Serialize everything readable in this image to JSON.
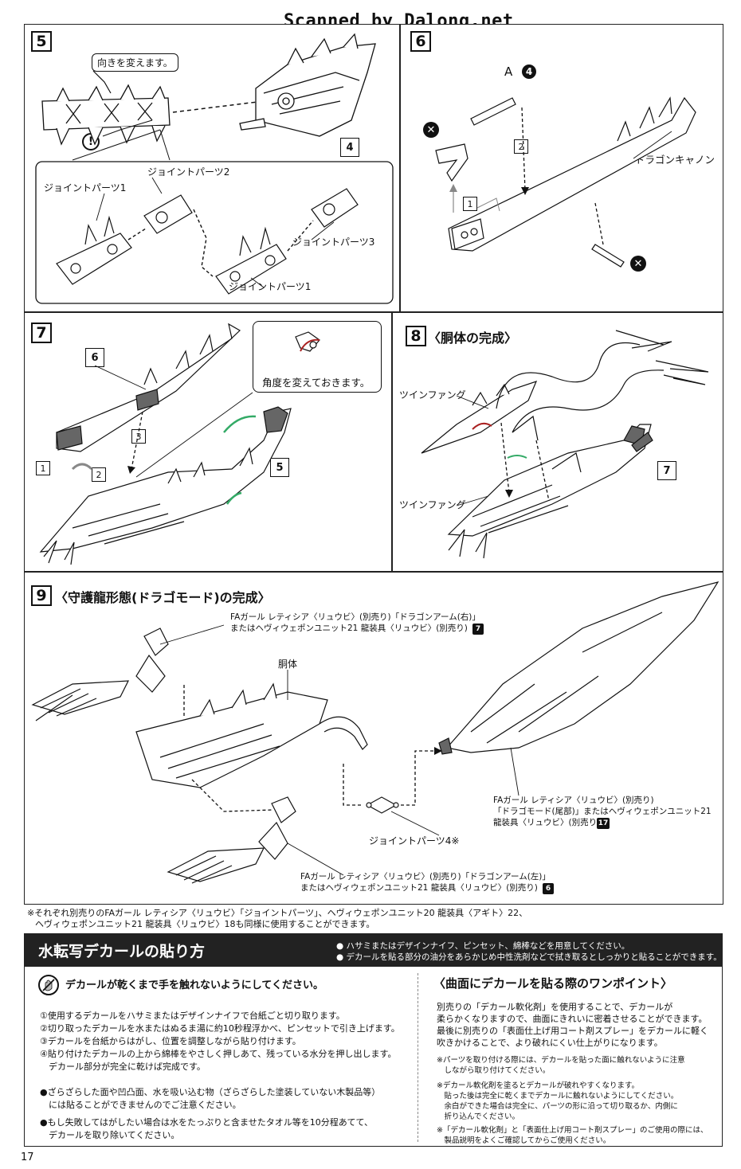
{
  "header": {
    "scan_credit": "Scanned by Dalong.net"
  },
  "step5": {
    "num": "5",
    "callout_turn": "向きを変えます。",
    "ref_box": "4",
    "joint2": "ジョイントパーツ2",
    "joint1a": "ジョイントパーツ1",
    "joint3": "ジョイントパーツ3",
    "joint1b": "ジョイントパーツ1",
    "caution": "!"
  },
  "step6": {
    "num": "6",
    "a_label": "A",
    "a_part": "4",
    "sub1": "1",
    "sub2": "2",
    "dragon_cannon": "ドラゴンキャノン",
    "x": "✕"
  },
  "step7": {
    "num": "7",
    "ref6": "6",
    "ref5": "5",
    "sub1": "1",
    "sub2": "2",
    "sub3": "3",
    "angle_note": "角度を変えておきます。"
  },
  "step8": {
    "num": "8",
    "title": "〈胴体の完成〉",
    "twin_fang1": "ツインファング",
    "twin_fang2": "ツインファング",
    "ref7": "7"
  },
  "step9": {
    "num": "9",
    "title": "〈守護龍形態(ドラゴモード)の完成〉",
    "arm_right_l1": "FAガール レティシア〈リュウビ〉(別売り)「ドラゴンアーム(右)」",
    "arm_right_l2": "またはヘヴィウェポンユニット21 龍装具〈リュウビ〉(別売り)",
    "arm_right_no": "7",
    "torso": "胴体",
    "tail_l1": "FAガール レティシア〈リュウビ〉(別売り)",
    "tail_l2": "「ドラゴモード(尾部)」またはヘヴィウェポンユニット21",
    "tail_l3": "龍装具〈リュウビ〉(別売り)",
    "tail_no": "17",
    "joint4": "ジョイントパーツ4※",
    "arm_left_l1": "FAガール レティシア〈リュウビ〉(別売り)「ドラゴンアーム(左)」",
    "arm_left_l2": "またはヘヴィウェポンユニット21 龍装具〈リュウビ〉(別売り)",
    "arm_left_no": "6"
  },
  "footnote": {
    "l1": "※それぞれ別売りのFAガール レティシア〈リュウビ〉「ジョイントパーツ」、ヘヴィウェポンユニット20 龍装具〈アギト〉22、",
    "l2": "ヘヴィウェポンユニット21 龍装具〈リュウビ〉18も同様に使用することができます。"
  },
  "decal": {
    "title": "水転写デカールの貼り方",
    "note1": "● ハサミまたはデザインナイフ、ピンセット、綿棒などを用意してください。",
    "note2": "● デカールを貼る部分の油分をあらかじめ中性洗剤などで拭き取るとしっかりと貼ることができます。",
    "warn": "デカールが乾くまで手を触れないようにしてください。",
    "steps": [
      "①使用するデカールをハサミまたはデザインナイフで台紙ごと切り取ります。",
      "②切り取ったデカールを水またはぬるま湯に約10秒程浮かべ、ピンセットで引き上げます。",
      "③デカールを台紙からはがし、位置を調整しながら貼り付けます。",
      "④貼り付けたデカールの上から綿棒をやさしく押しあて、残っている水分を押し出します。",
      "　デカール部分が完全に乾けば完成です。"
    ],
    "bullet1_l1": "●ざらざらした面や凹凸面、水を吸い込む物（ざらざらした塗装していない木製品等）",
    "bullet1_l2": "　には貼ることができませんのでご注意ください。",
    "bullet2_l1": "●もし失敗してはがしたい場合は水をたっぷりと含ませたタオル等を10分程あてて、",
    "bullet2_l2": "　デカールを取り除いてください。",
    "tip_title": "〈曲面にデカールを貼る際のワンポイント〉",
    "tip_lines": [
      "別売りの「デカール軟化剤」を使用することで、デカールが",
      "柔らかくなりますので、曲面にきれいに密着させることができます。",
      "最後に別売りの「表面仕上げ用コート剤スプレー」をデカールに軽く",
      "吹きかけることで、より破れにくい仕上がりになります。"
    ],
    "tip_note1": "※パーツを取り付ける際には、デカールを貼った面に触れないように注意",
    "tip_note1b": "　しながら取り付けてください。",
    "tip_note2_lines": [
      "※デカール軟化剤を塗るとデカールが破れやすくなります。",
      "　貼った後は完全に乾くまでデカールに触れないようにしてください。",
      "　余白ができた場合は完全に、パーツの形に沿って切り取るか、内側に",
      "　折り込んでください。"
    ],
    "tip_note3_lines": [
      "※「デカール軟化剤」と「表面仕上げ用コート剤スプレー」のご使用の際には、",
      "　製品説明をよくご確認してからご使用ください。"
    ]
  },
  "page_number": "17"
}
